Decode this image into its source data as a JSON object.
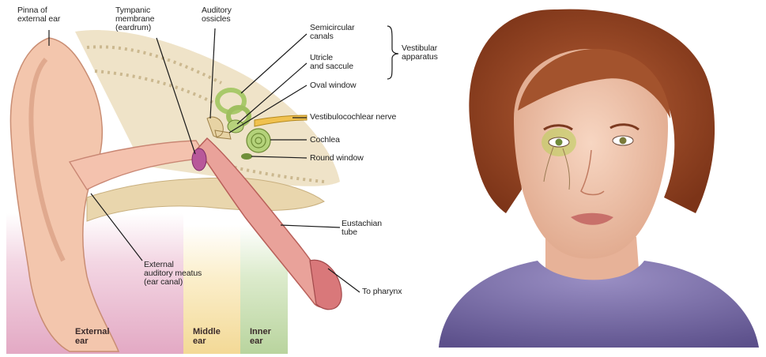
{
  "labels": {
    "pinna": "Pinna of\nexternal ear",
    "tympanic": "Tympanic\nmembrane\n(eardrum)",
    "ossicles": "Auditory\nossicles",
    "semicircular": "Semicircular\ncanals",
    "utricle": "Utricle\nand saccule",
    "vestibular": "Vestibular\napparatus",
    "oval_window": "Oval window",
    "vestibulocochlear": "Vestibulocochlear nerve",
    "cochlea": "Cochlea",
    "round_window": "Round window",
    "eustachian": "Eustachian\ntube",
    "external_meatus": "External\nauditory meatus\n(ear canal)",
    "pharynx": "To pharynx"
  },
  "zones": {
    "external": "External\near",
    "middle": "Middle\near",
    "inner": "Inner\near"
  },
  "colors": {
    "external_zone": "#e7b7cd",
    "middle_zone": "#f6e3ad",
    "inner_zone": "#c7ddb2",
    "skin": "#f0c3a9",
    "hair": "#9a4a2a",
    "shirt": "#7c70a8",
    "cochlea": "#a9c96a"
  }
}
